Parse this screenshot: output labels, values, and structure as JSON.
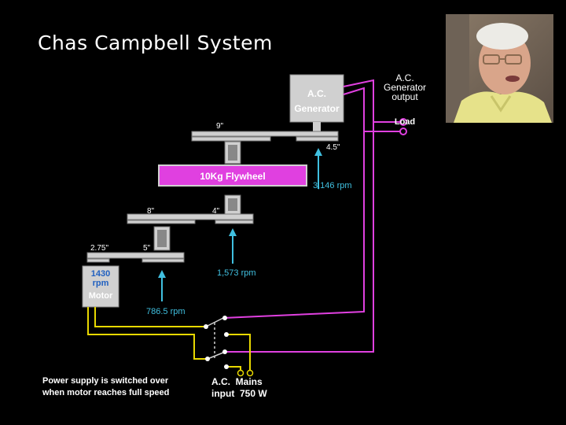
{
  "title": "Chas Campbell System",
  "photo": {
    "icon": "portrait-photo"
  },
  "generator": {
    "line1": "A.C.",
    "line2": "Generator"
  },
  "output": {
    "line1": "A.C.",
    "line2": "Generator",
    "line3": "output",
    "load": "Load"
  },
  "pulleys": {
    "p9": "9\"",
    "p45": "4.5\"",
    "p8": "8\"",
    "p4": "4\"",
    "p275": "2.75\"",
    "p5": "5\""
  },
  "flywheel": "10Kg Flywheel",
  "speeds": {
    "s3146": "3,146 rpm",
    "s1573": "1,573 rpm",
    "s7865": "786.5 rpm"
  },
  "motor": {
    "line1": "1430",
    "line2": "rpm",
    "line3": "Motor"
  },
  "note": {
    "line1": "Power supply is switched over",
    "line2": "when motor reaches full speed"
  },
  "mains": {
    "line1": "A.C.  Mains",
    "line2": "input  750 W"
  },
  "colors": {
    "magenta": "#e040e0",
    "yellow": "#e8d800",
    "cyan": "#40c0e0",
    "gray": "#d0d0d0"
  }
}
